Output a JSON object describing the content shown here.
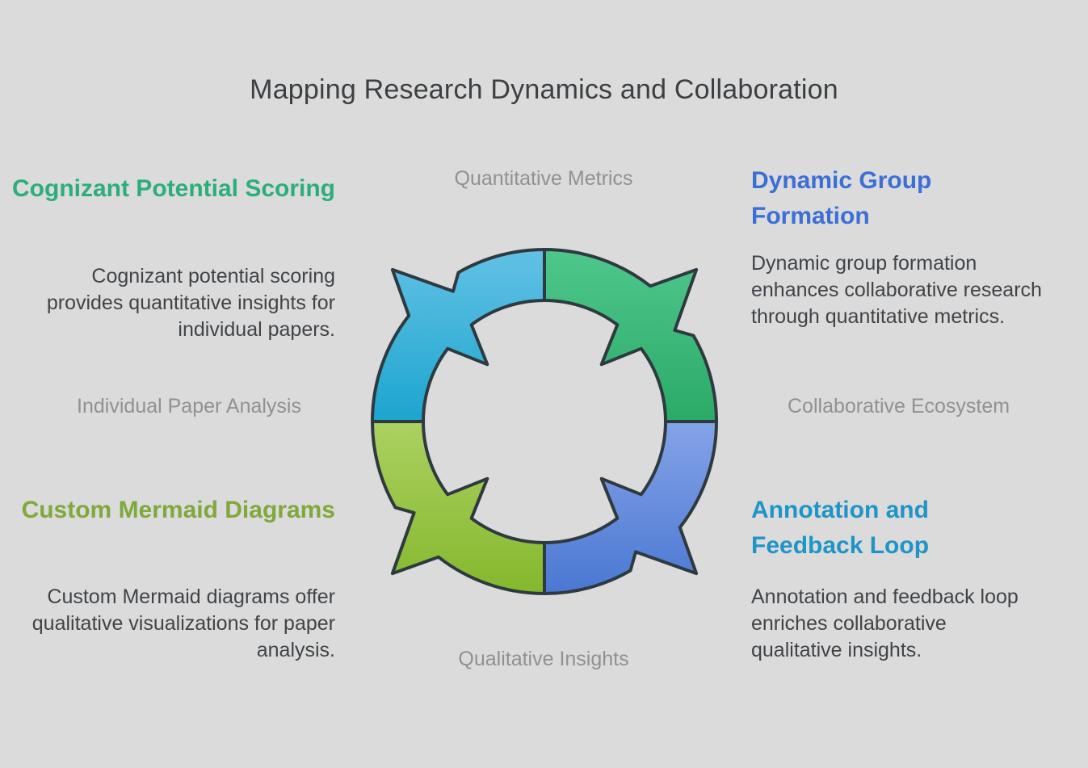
{
  "title": "Mapping Research Dynamics and Collaboration",
  "sections": {
    "top_left": {
      "heading": "Cognizant Potential Scoring",
      "body": "Cognizant potential scoring provides quantitative insights for individual papers.",
      "heading_color": "#2dae78"
    },
    "top_right": {
      "heading": "Dynamic Group Formation",
      "body": "Dynamic group formation enhances collaborative research through quantitative metrics.",
      "heading_color": "#3b6fd7"
    },
    "bottom_left": {
      "heading": "Custom Mermaid Diagrams",
      "body": "Custom Mermaid diagrams offer qualitative visualizations for paper analysis.",
      "heading_color": "#7fa83d"
    },
    "bottom_right": {
      "heading": "Annotation and Feedback Loop",
      "body": "Annotation and feedback loop enriches collaborative qualitative insights.",
      "heading_color": "#1e95c6"
    }
  },
  "labels": {
    "top": "Quantitative Metrics",
    "left": "Individual Paper Analysis",
    "right": "Collaborative Ecosystem",
    "bottom": "Qualitative Insights"
  },
  "cycle": {
    "type": "circular-arrow-cycle",
    "outline_color": "#2e3a40",
    "segments": [
      {
        "position": "top-left",
        "label_ref": "Quantitative Metrics → Individual Paper Analysis",
        "color_light": "#63c1e5",
        "color_dark": "#1ca5cf",
        "rotation": 0
      },
      {
        "position": "top-right",
        "label_ref": "Collaborative Ecosystem → Quantitative Metrics",
        "color_light": "#4fc78c",
        "color_dark": "#2aaa67",
        "rotation": 90
      },
      {
        "position": "bottom-right",
        "label_ref": "Qualitative Insights → Collaborative Ecosystem",
        "color_light": "#85a3e8",
        "color_dark": "#4a78d2",
        "rotation": 180
      },
      {
        "position": "bottom-left",
        "label_ref": "Individual Paper Analysis → Qualitative Insights",
        "color_light": "#abd161",
        "color_dark": "#84b82c",
        "rotation": 270
      }
    ]
  }
}
